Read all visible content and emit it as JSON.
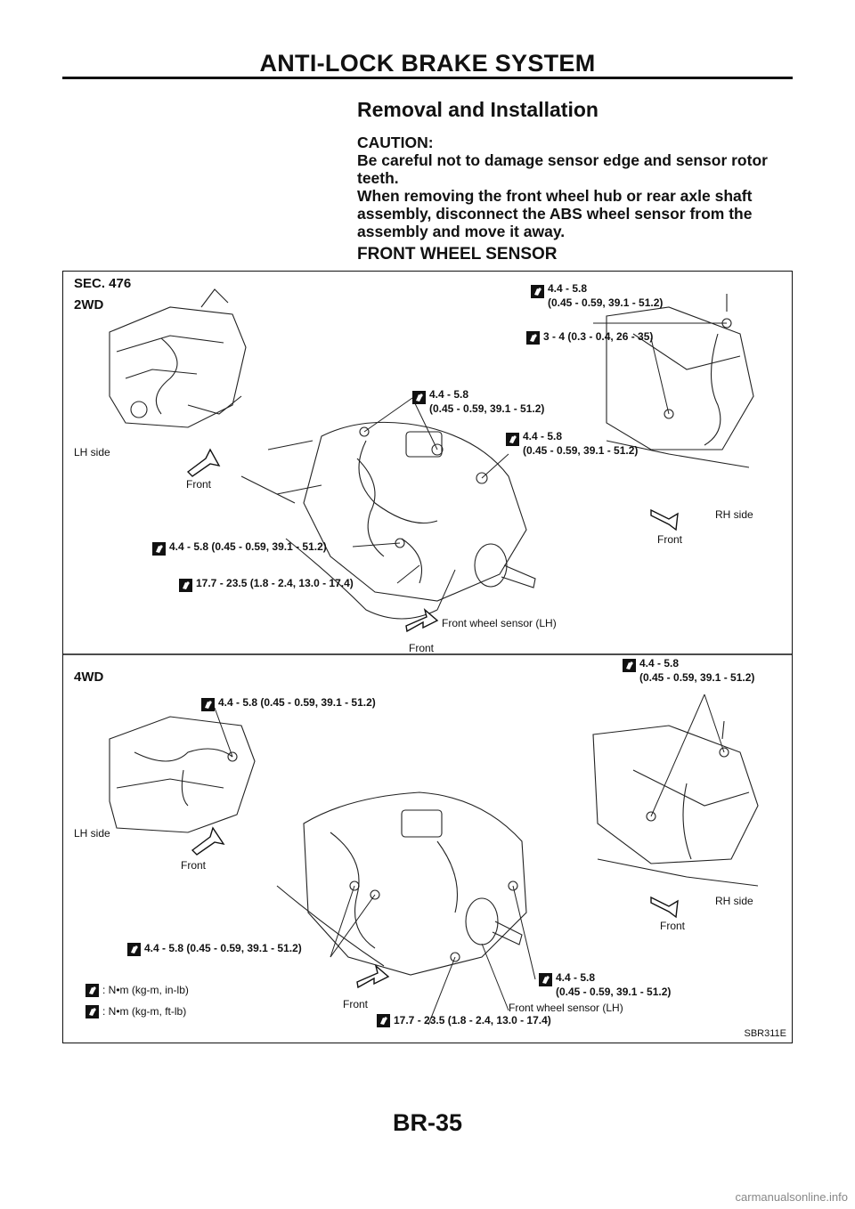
{
  "header": {
    "title": "ANTI-LOCK BRAKE SYSTEM"
  },
  "section": {
    "title": "Removal and Installation",
    "caution_label": "CAUTION:",
    "caution_lines": [
      "Be careful not to damage sensor edge and sensor rotor",
      "teeth.",
      "When removing the front wheel hub or rear axle shaft",
      "assembly, disconnect the ABS wheel sensor from the",
      "assembly and move it away."
    ],
    "subtitle": "FRONT WHEEL SENSOR"
  },
  "figure": {
    "sec": "SEC. 476",
    "ref": "SBR311E",
    "top": {
      "label": "2WD",
      "lh_side": "LH side",
      "rh_side": "RH side",
      "front": "Front",
      "sensor": "Front wheel sensor (LH)",
      "t1a": "4.4 - 5.8",
      "t1b": "(0.45 - 0.59, 39.1 - 51.2)",
      "t2": "3 - 4 (0.3 - 0.4, 26 - 35)",
      "t3a": "4.4 - 5.8",
      "t3b": "(0.45 - 0.59, 39.1 - 51.2)",
      "t4a": "4.4 - 5.8",
      "t4b": "(0.45 - 0.59, 39.1 - 51.2)",
      "t5": "4.4 - 5.8 (0.45 - 0.59, 39.1 - 51.2)",
      "t6": "17.7 - 23.5 (1.8 - 2.4, 13.0 - 17.4)"
    },
    "bottom": {
      "label": "4WD",
      "lh_side": "LH side",
      "rh_side": "RH side",
      "front": "Front",
      "sensor": "Front wheel sensor (LH)",
      "t1": "4.4 - 5.8 (0.45 - 0.59, 39.1 - 51.2)",
      "t2a": "4.4 - 5.8",
      "t2b": "(0.45 - 0.59, 39.1 - 51.2)",
      "t3": "4.4 - 5.8 (0.45 - 0.59, 39.1 - 51.2)",
      "t4a": "4.4 - 5.8",
      "t4b": "(0.45 - 0.59, 39.1 - 51.2)",
      "t5": "17.7 - 23.5 (1.8 - 2.4, 13.0 - 17.4)"
    },
    "legend": {
      "inlb": ": N•m (kg-m, in-lb)",
      "ftlb": ": N•m (kg-m, ft-lb)"
    }
  },
  "footer": {
    "page": "BR-35",
    "watermark": "carmanualsonline.info"
  }
}
